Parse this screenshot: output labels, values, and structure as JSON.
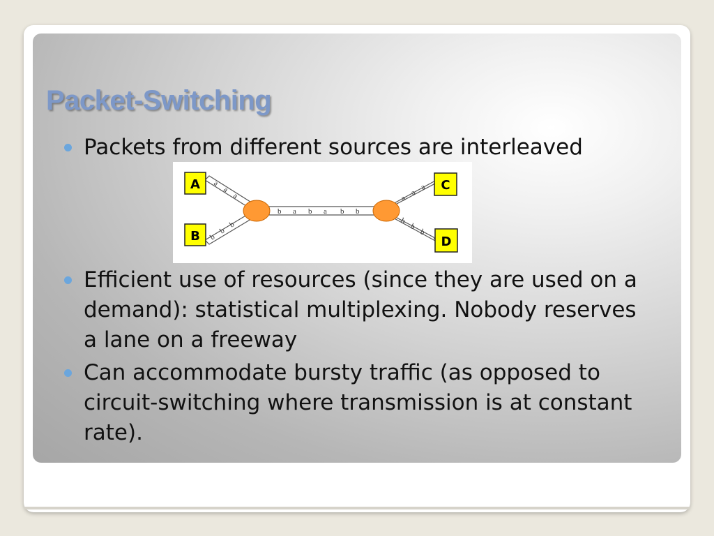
{
  "slide": {
    "title": "Packet-Switching",
    "bullets": [
      {
        "text": "Packets from different sources are interleaved"
      },
      {
        "text": "Efficient use of resources (since they are used on a demand): statistical multiplexing. Nobody reserves a lane on a freeway"
      },
      {
        "text": "Can accommodate bursty traffic (as opposed to circuit-switching where transmission is at constant rate)."
      }
    ]
  },
  "diagram": {
    "nodes": {
      "a": "A",
      "b": "B",
      "c": "C",
      "d": "D"
    },
    "packet_labels": {
      "a": "a",
      "b": "b"
    },
    "colors": {
      "node_fill": "#ffff00",
      "router_fill": "#ff9933",
      "link_stroke": "#555555",
      "slide_title": "#7d98c8",
      "bullet": "#6ba6dd"
    }
  }
}
